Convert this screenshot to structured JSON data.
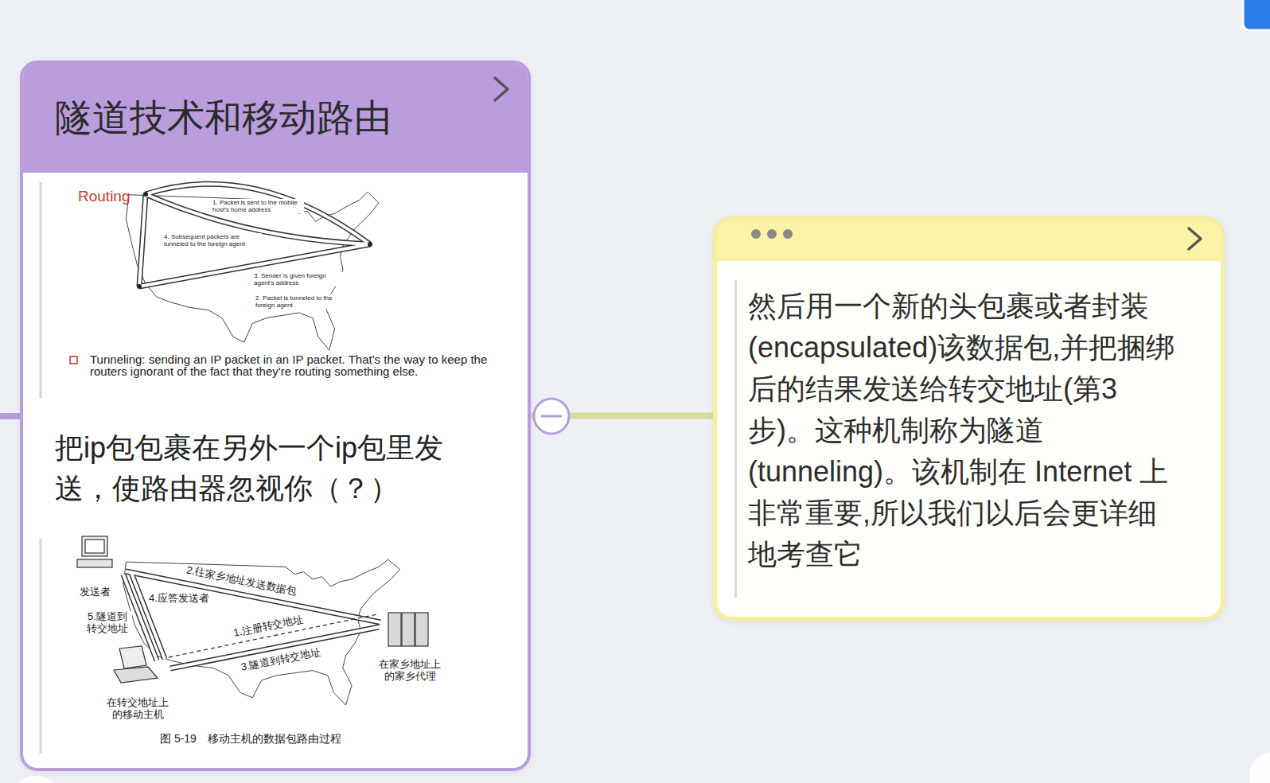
{
  "diagram": {
    "nodes": [
      {
        "text": [
          "隧道技术和移动路由",
          "把ip包包裹在另外一个ip包里发送，使路由器忽视你（？）"
        ]
      },
      {
        "text": [
          "然后用一个新的头包裹或者封装(encapsulated)该数据包,并把捆绑后的结果发送给转交地址(第3步)。这种机制称为隧道(tunneling)。该机制在 Internet 上非常重要,所以我们以后会更详细地考查它"
        ]
      }
    ],
    "edges": [
      {
        "from": 0,
        "to": 1,
        "arrow": "none"
      }
    ],
    "labels": [
      "Routing",
      "1. Packet is sent to the mobile host's home address",
      "4. Subsequent packets are tunneled to the foreign agent",
      "3. Sender is given foreign agent's address",
      "2. Packet is tunneled to the foreign agent",
      "Tunneling: sending an IP packet in an IP packet. That's the way to keep the routers ignorant of the fact that they're routing something else.",
      "发送者",
      "2.往家乡地址发送数据包",
      "4.应答发送者",
      "5.隧道到转交地址",
      "1.注册转交地址",
      "3.隧道到转交地址",
      "在家乡地址上的家乡代理",
      "在转交地址上的移动主机",
      "图 5-19　移动主机的数据包路由过程"
    ]
  }
}
